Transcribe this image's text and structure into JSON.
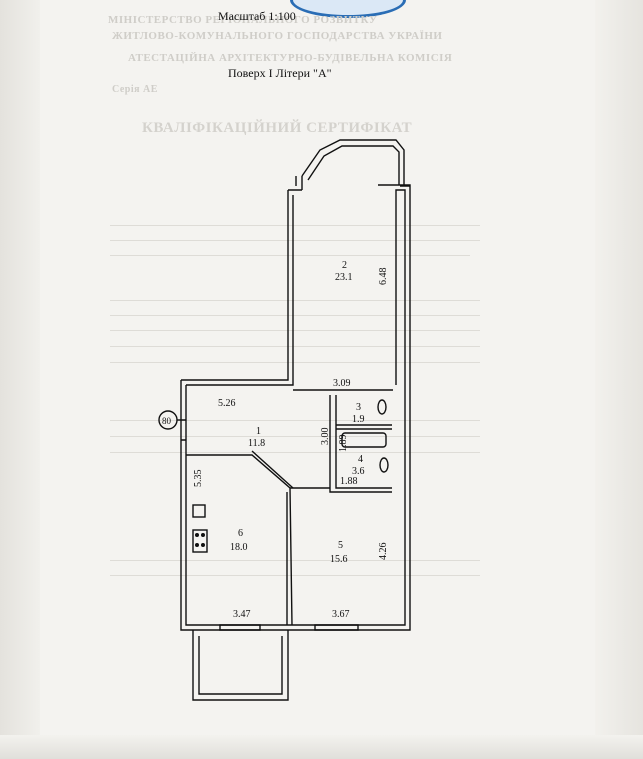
{
  "header": {
    "scale": "Масштаб 1:100",
    "floor": "Поверх I Літери \"А\""
  },
  "marker": "80",
  "rooms": [
    {
      "number": "1",
      "area": "11.8"
    },
    {
      "number": "2",
      "area": "23.1"
    },
    {
      "number": "3",
      "area": "1.9"
    },
    {
      "number": "4",
      "area": "3.6"
    },
    {
      "number": "5",
      "area": "15.6"
    },
    {
      "number": "6",
      "area": "18.0"
    }
  ],
  "dimensions": {
    "d_6_48": "6.48",
    "d_3_09": "3.09",
    "d_5_26": "5.26",
    "d_3_00": "3.00",
    "d_1_89": "1.89",
    "d_1_88": "1.88",
    "d_5_35": "5.35",
    "d_4_26": "4.26",
    "d_3_47": "3.47",
    "d_3_67": "3.67"
  },
  "background_text": {
    "l1": "МІНІСТЕРСТВО РЕГІОНАЛЬНОГО РОЗВИТКУ",
    "l2": "ЖИТЛОВО-КОМУНАЛЬНОГО ГОСПОДАРСТВА УКРАЇНИ",
    "l3": "АТЕСТАЦІЙНА АРХІТЕКТУРНО-БУДІВЕЛЬНА КОМІСІЯ",
    "l4": "Серія АЕ",
    "l5": "КВАЛІФІКАЦІЙНИЙ СЕРТИФІКАТ"
  },
  "colors": {
    "ink": "#111111",
    "paper": "#f4f3f0",
    "stamp": "#2a6db5"
  }
}
